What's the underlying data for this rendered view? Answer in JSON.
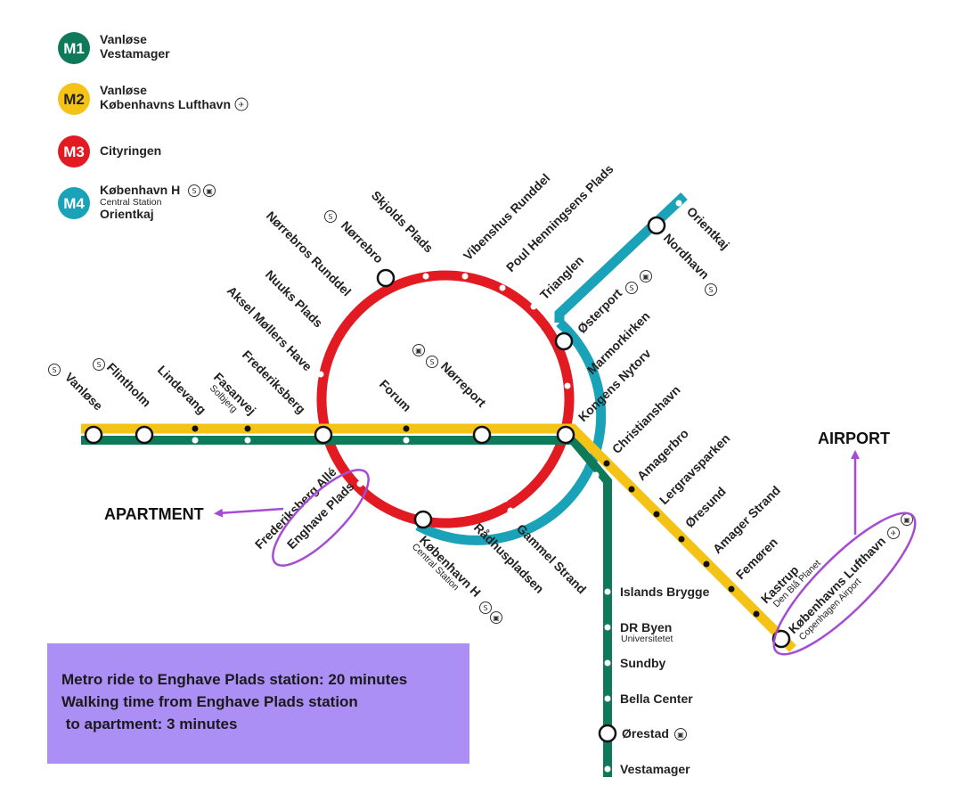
{
  "colors": {
    "m1": "#0f7a5a",
    "m2": "#f4c316",
    "m3": "#e21b23",
    "m4": "#1aa2b8",
    "annotation": "#a64cd4",
    "info_box": "#ab8ff5"
  },
  "legend": [
    {
      "badge": "M1",
      "lines": [
        "Vanløse",
        "Vestamager"
      ],
      "color": "#0f7a5a",
      "badge_text_color": "#ffffff"
    },
    {
      "badge": "M2",
      "lines": [
        "Vanløse",
        "Københavns Lufthavn"
      ],
      "color": "#f4c316",
      "badge_text_color": "#222222",
      "icon": "airplane-icon"
    },
    {
      "badge": "M3",
      "lines": [
        "Cityringen"
      ],
      "color": "#e21b23",
      "badge_text_color": "#ffffff"
    },
    {
      "badge": "M4",
      "lines": [
        "København H",
        "Central Station",
        "Orientkaj"
      ],
      "color": "#1aa2b8",
      "badge_text_color": "#ffffff",
      "icons": [
        "s-train-icon",
        "train-icon"
      ]
    }
  ],
  "stations": {
    "vanlose": "Vanløse",
    "flintholm": "Flintholm",
    "lindevang": "Lindevang",
    "fasanvej": "Fasanvej",
    "fasanvej_sub": "Solbjerg",
    "frederiksberg": "Frederiksberg",
    "forum": "Forum",
    "norreport": "Nørreport",
    "kongens_nytorv": "Kongens Nytorv",
    "christianshavn": "Christianshavn",
    "amagerbro": "Amagerbro",
    "lergravsparken": "Lergravsparken",
    "oresund": "Øresund",
    "amager_strand": "Amager Strand",
    "femoren": "Femøren",
    "kastrup": "Kastrup",
    "kastrup_sub": "Den Blå Planet",
    "lufthavn": "Københavns Lufthavn",
    "lufthavn_sub": "Copenhagen Airport",
    "islands_brygge": "Islands Brygge",
    "dr_byen": "DR Byen",
    "dr_byen_sub": "Universitetet",
    "sundby": "Sundby",
    "bella_center": "Bella Center",
    "orestad": "Ørestad",
    "vestamager": "Vestamager",
    "aksel_mollers_have": "Aksel Møllers Have",
    "nuuks_plads": "Nuuks Plads",
    "norrebros_runddel": "Nørrebros Runddel",
    "norrebro": "Nørrebro",
    "skjolds_plads": "Skjolds Plads",
    "vibenshus_runddel": "Vibenshus Runddel",
    "poul_henningsens_plads": "Poul Henningsens Plads",
    "trianglen": "Trianglen",
    "osterport": "Østerport",
    "marmorkirken": "Marmorkirken",
    "orientkaj": "Orientkaj",
    "nordhavn": "Nordhavn",
    "gammel_strand": "Gammel Strand",
    "radhuspladsen": "Rådhuspladsen",
    "kobenhavn_h": "København H",
    "kobenhavn_h_sub": "Central Station",
    "frederiksberg_alle": "Frederiksberg Allé",
    "enghave_plads": "Enghave Plads"
  },
  "annotations": {
    "apartment": "APARTMENT",
    "airport": "AIRPORT"
  },
  "info_box": {
    "lines": [
      "Metro ride to Enghave Plads station: 20 minutes",
      "Walking time from Enghave Plads station",
      " to apartment: 3 minutes"
    ]
  }
}
